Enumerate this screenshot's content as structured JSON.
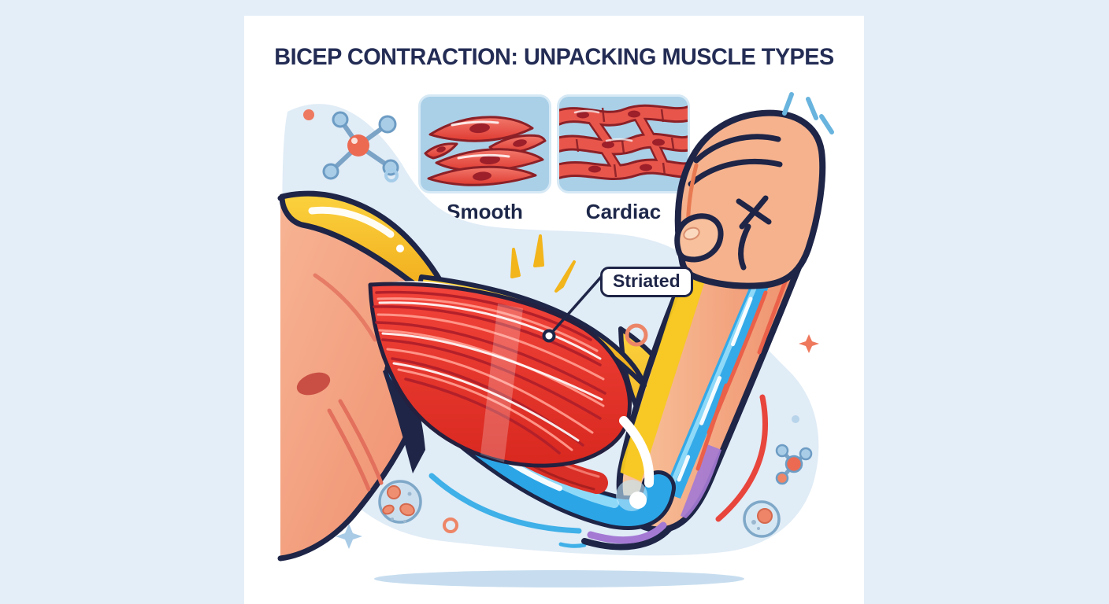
{
  "poster": {
    "title": "BICEP CONTRACTION: UNPACKING MUSCLE TYPES",
    "tissue_cards": [
      {
        "label": "Smooth",
        "icon": "smooth-muscle-tissue-icon"
      },
      {
        "label": "Cardiac",
        "icon": "cardiac-muscle-tissue-icon"
      }
    ],
    "callout": {
      "label": "Striated",
      "target": "bicep-muscle"
    },
    "decorations": [
      "molecule-icon",
      "cell-icon",
      "sparkle-icon",
      "plus-sparkle-icon",
      "emphasis-dashes",
      "swoosh-line",
      "ring-dot",
      "ground-shadow"
    ],
    "colors": {
      "page_background": "#e4eef8",
      "paper": "#ffffff",
      "title_navy": "#232c54",
      "outline_navy": "#1e2547",
      "card_blue": "#aad0e8",
      "blob_blue": "#e0ecf6",
      "muscle_red": "#e23128",
      "muscle_dark_red": "#8c2027",
      "tendon_blue": "#2ba5e6",
      "skin": "#f4a585",
      "highlight_yellow": "#f7c01d",
      "accent_purple": "#a479d4",
      "shadow_blue": "#c7ddef"
    }
  }
}
